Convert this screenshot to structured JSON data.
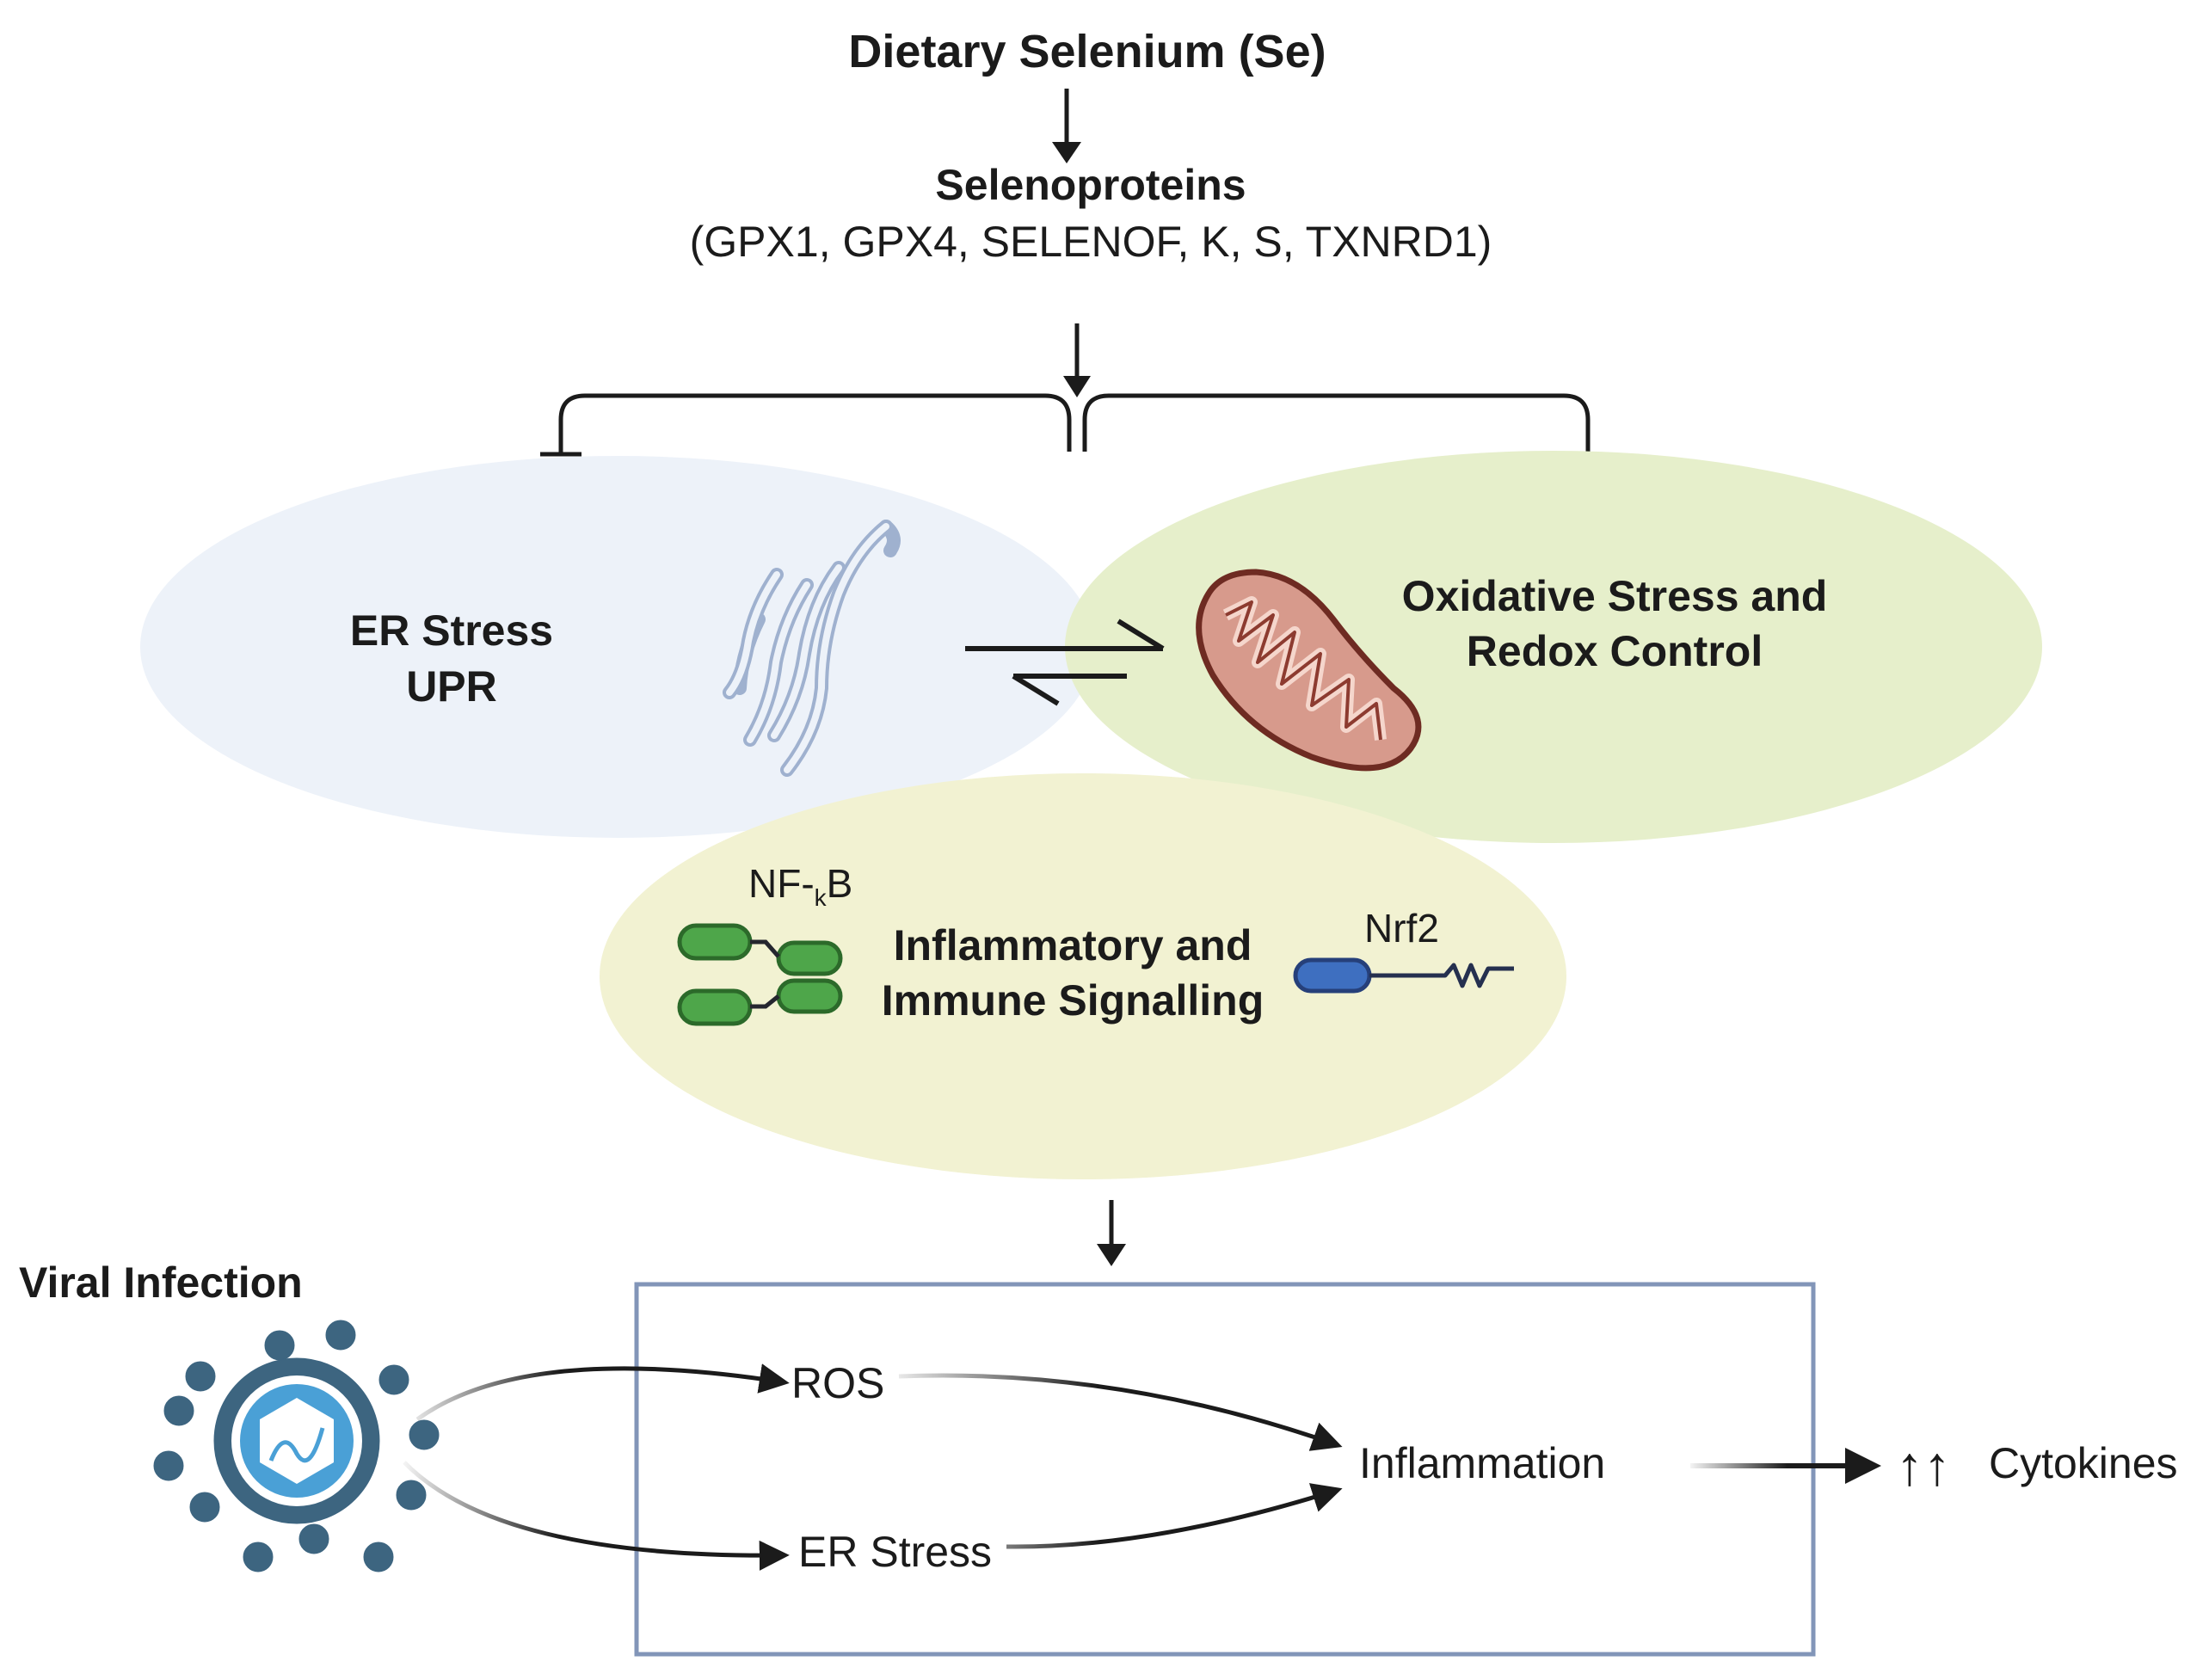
{
  "top": {
    "title": "Dietary Selenium (Se)",
    "selenoproteins_label": "Selenoproteins",
    "selenoproteins_list": "(GPX1, GPX4, SELENOF, K, S, TXNRD1)"
  },
  "er_region": {
    "line1": "ER Stress",
    "line2": "UPR",
    "fill": "#edf2f9",
    "icon": "endoplasmic-reticulum-icon"
  },
  "oxidative_region": {
    "line1": "Oxidative Stress and",
    "line2": "Redox Control",
    "fill": "#e6efcb",
    "icon": "mitochondrion-icon"
  },
  "inflammatory_region": {
    "line1": "Inflammatory and",
    "line2": "Immune Signalling",
    "fill": "#f2f2d2",
    "nfkb_main": "NF-",
    "nfkb_sub": "k",
    "nfkb_tail": "B",
    "nrf2": "Nrf2"
  },
  "virus": {
    "label": "Viral Infection",
    "icon": "virus-icon",
    "color": "#3d6580"
  },
  "box": {
    "ros": "ROS",
    "er_stress": "ER Stress",
    "inflammation": "Inflammation",
    "border_color": "#8295b8"
  },
  "outcome": {
    "arrows": "↑↑",
    "cytokines": "Cytokines"
  }
}
